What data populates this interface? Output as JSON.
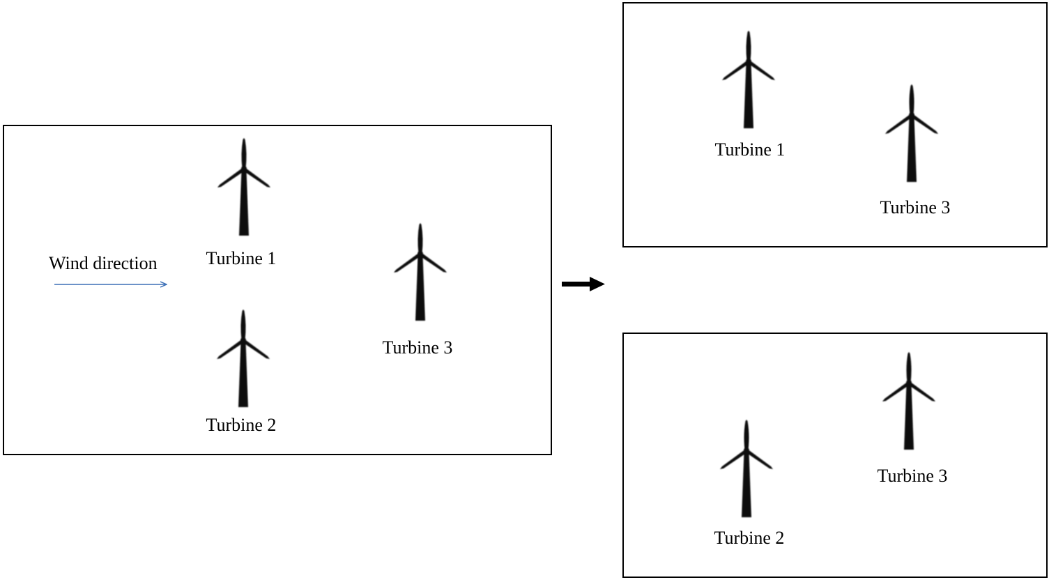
{
  "colors": {
    "wind_arrow": "#3b6fb6",
    "outline": "#000000",
    "turbine": "#111111"
  },
  "wind": {
    "label": "Wind direction"
  },
  "panels": {
    "original": {
      "turbines": [
        {
          "label": "Turbine 1"
        },
        {
          "label": "Turbine 2"
        },
        {
          "label": "Turbine 3"
        }
      ]
    },
    "subgroup_top": {
      "turbines": [
        {
          "label": "Turbine 1"
        },
        {
          "label": "Turbine 3"
        }
      ]
    },
    "subgroup_bottom": {
      "turbines": [
        {
          "label": "Turbine 2"
        },
        {
          "label": "Turbine 3"
        }
      ]
    }
  },
  "icons": {
    "turbine": "wind-turbine-icon",
    "split_arrow": "arrow-right-icon"
  }
}
